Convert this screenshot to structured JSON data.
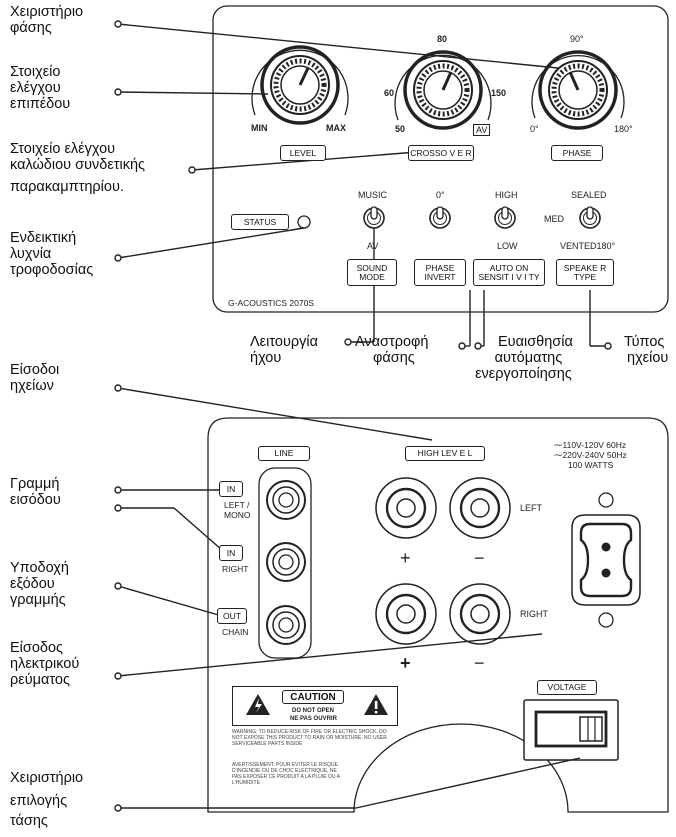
{
  "callouts": {
    "phase_knob": [
      "Χειριστήριο",
      "φάσης"
    ],
    "level_control": [
      "Στοιχείο",
      "ελέγχου",
      "επιπέδου"
    ],
    "crossover_control": [
      "Στοιχείο ελέγχου",
      "καλώδιου συνδετικής",
      "παρακαμπτηρίου."
    ],
    "power_led": [
      "Ενδεικτική",
      "λυχνία",
      "τροφοδοσίας"
    ],
    "sound_mode": [
      "Λειτουργία",
      "ήχου"
    ],
    "phase_invert": [
      "Αναστροφή",
      "φάσης"
    ],
    "auto_on": [
      "Ευαισθησία",
      "αυτόματης",
      "ενεργοποίησης"
    ],
    "speaker_type": [
      "Τύπος",
      "ηχείου"
    ],
    "speaker_inputs": [
      "Είσοδοι",
      "ηχείων"
    ],
    "line_in": [
      "Γραμμή",
      "εισόδου"
    ],
    "line_out": [
      "Υποδοχή",
      "εξόδου",
      "γραμμής"
    ],
    "power_input": [
      "Είσοδος",
      "ηλεκτρικού",
      "ρεύματος"
    ],
    "voltage_selector": [
      "Χειριστήριο",
      "επιλογής",
      "τάσης"
    ]
  },
  "top_panel": {
    "knobs": {
      "level": {
        "min": "MIN",
        "max": "MAX",
        "label": "LEVEL"
      },
      "crossover": {
        "t80": "80",
        "t60": "60",
        "t150": "150",
        "t50": "50",
        "av": "AV",
        "label": "CROSSO V E R"
      },
      "phase": {
        "t90": "90°",
        "t0": "0°",
        "t180": "180°",
        "label": "PHASE"
      }
    },
    "status": "STATUS",
    "switches": {
      "sound_mode": {
        "top": "MUSIC",
        "bottom": "AV",
        "label_1": "SOUND",
        "label_2": "MODE"
      },
      "phase_invert": {
        "top": "0°",
        "bottom": "",
        "label_1": "PHASE",
        "label_2": "INVERT"
      },
      "auto_on": {
        "top": "HIGH",
        "mid": "MED",
        "bottom": "LOW",
        "label_1": "AUTO ON",
        "label_2": "SENSIT I V I TY"
      },
      "speaker_type": {
        "top": "SEALED",
        "bottom": "VENTED180°",
        "label_1": "SPEAKE R",
        "label_2": "TYPE"
      }
    },
    "model": "G-ACOUSTICS 2070S"
  },
  "bottom_panel": {
    "line": "LINE",
    "high_level": "HIGH LEV E L",
    "in_left": "IN",
    "left_mono": "LEFT /\nMONO",
    "in_right": "IN",
    "right": "RIGHT",
    "out": "OUT",
    "chain": "CHAIN",
    "left_label": "LEFT",
    "right_label": "RIGHT",
    "plus": "+",
    "minus": "−",
    "power_spec_1": "⁓110V-120V 60Hz",
    "power_spec_2": "⁓220V-240V 50Hz",
    "power_spec_3": "100 WATTS",
    "voltage": "VOLTAGE",
    "caution": "CAUTION",
    "do_not_open": "DO NOT OPEN",
    "ne_pas": "NE PAS OUVRIR",
    "warning_en": "WARNING: TO REDUCE RISK OF FIRE OR ELECTRIC SHOCK, DO NOT EXPOSE THIS PRODUCT TO RAIN OR MOISTURE. NO USER SERVICEABLE PARTS INSIDE",
    "warning_fr": "AVERTISSEMENT: POUR EVITER LE RISQUE D'INCENDIE OU DE CHOC ELECTRIQUE, NE PAS EXPOSER CE PRODUIT A LA PLUIE OU A L'HUMIDITE"
  }
}
